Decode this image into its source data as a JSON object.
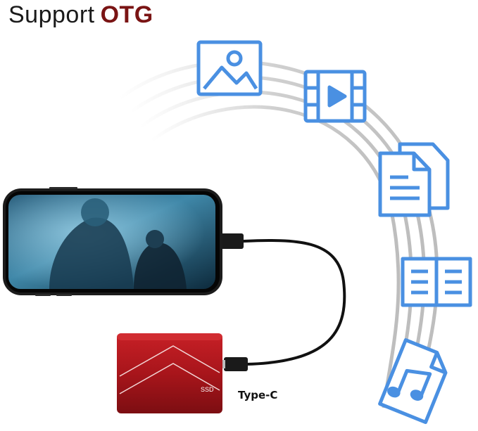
{
  "header": {
    "lead": "Support",
    "accent": "OTG"
  },
  "device": {
    "drive_label": "SSD",
    "connector_label": "Type-C"
  },
  "file_types": [
    {
      "icon": "image-file-icon"
    },
    {
      "icon": "video-file-icon"
    },
    {
      "icon": "document-file-icon"
    },
    {
      "icon": "ebook-icon"
    },
    {
      "icon": "music-file-icon"
    }
  ],
  "colors": {
    "icon_blue": "#4a90e2",
    "accent_red": "#7a1414",
    "drive_red": "#b3181f"
  }
}
